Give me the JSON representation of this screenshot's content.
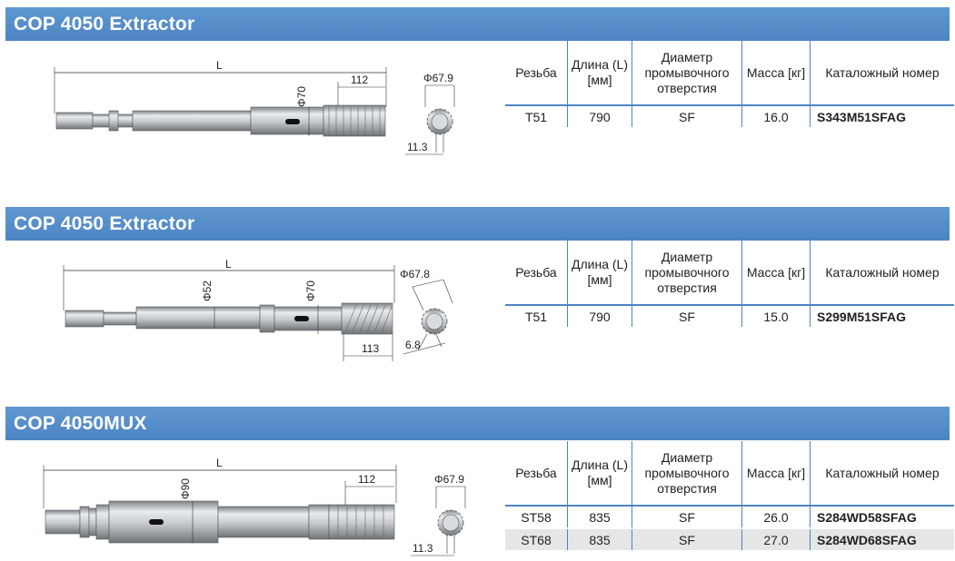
{
  "sections": [
    {
      "title": "COP 4050 Extractor",
      "headers": [
        "Резьба",
        "Длина (L) [мм]",
        "Диаметр промывочного отверстия",
        "Масса [кг]",
        "Каталожный номер"
      ],
      "rows": [
        {
          "thread": "T51",
          "length": "790",
          "flush": "SF",
          "mass": "16.0",
          "catalog": "S343M51SFAG"
        }
      ],
      "dims": {
        "L": "L",
        "d1": "Φ70",
        "d2": "112",
        "d3": "Φ67.9",
        "d4": "11.3"
      }
    },
    {
      "title": "COP 4050 Extractor",
      "headers": [
        "Резьба",
        "Длина (L) [мм]",
        "Диаметр промывочного отверстия",
        "Масса [кг]",
        "Каталожный номер"
      ],
      "rows": [
        {
          "thread": "T51",
          "length": "790",
          "flush": "SF",
          "mass": "15.0",
          "catalog": "S299M51SFAG"
        }
      ],
      "dims": {
        "L": "L",
        "d1": "Φ52",
        "d2": "Φ70",
        "d3": "113",
        "d4": "Φ67.8",
        "d5": "6.8"
      }
    },
    {
      "title": "COP 4050MUX",
      "headers": [
        "Резьба",
        "Длина (L) [мм]",
        "Диаметр промывочного отверстия",
        "Масса [кг]",
        "Каталожный номер"
      ],
      "rows": [
        {
          "thread": "ST58",
          "length": "835",
          "flush": "SF",
          "mass": "26.0",
          "catalog": "S284WD58SFAG"
        },
        {
          "thread": "ST68",
          "length": "835",
          "flush": "SF",
          "mass": "27.0",
          "catalog": "S284WD68SFAG"
        }
      ],
      "dims": {
        "L": "L",
        "d1": "Φ90",
        "d2": "112",
        "d3": "Φ67.9",
        "d4": "11.3"
      }
    }
  ],
  "colors": {
    "header_blue": "#4d84c2",
    "row_alt": "#e6e6e6"
  }
}
